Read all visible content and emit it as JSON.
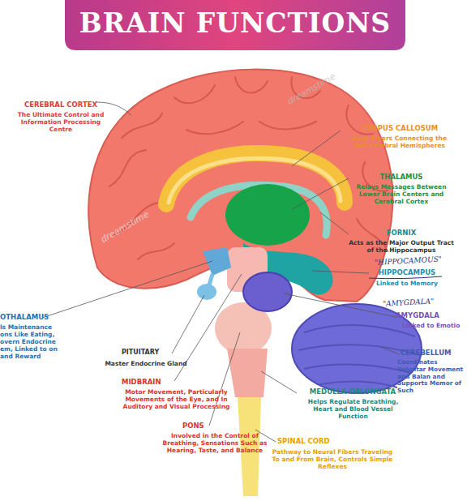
{
  "diagram": {
    "title": "BRAIN FUNCTIONS",
    "labels": [
      "CEREBRAL CORTEX",
      "The Ultimate Control and Information Processing Centre",
      "CORPUS CALLOSUM",
      "Axon Fibers Connecting the Two Cerebral Hemispheres",
      "THALAMUS",
      "Relays Messages Between Lower Brain Centers and Cerebral Cortex",
      "FORNIX",
      "Acts as the Major Output Tract of the Hippocampus",
      "\"HIPPOCAMOUS\"",
      "HIPPOCAMPUS",
      "Linked to Memory",
      "\"AMYGDALA\"",
      "AMYGDALA",
      "Linked to Emotio",
      "CEREBELLUM",
      "Coordinates Voluntar Movement and Balan and Supports Memor of Such",
      "OTHALAMUS",
      "ls Maintenance ons Like Eating, overn Endocrine em, Linked to on and Reward",
      "PITUITARY",
      "Master Endocrine Gland",
      "MIDBRAIN",
      "Motor Movement, Particularly Movements of the Eye, and In Auditory and Visual Processing",
      "MEDULLA OBLONGATA",
      "Helps Regulate Breathing, Heart and Blood Vessel Function",
      "PONS",
      "Involved in the Control of Breathing, Sensations Such as Hearing, Taste, and Balance",
      "SPINAL CORD",
      "Pathway to Neural Fibers Traveling To and From Brain, Controls Simple Reflexes",
      "dreamstime",
      "dreamstime"
    ]
  }
}
